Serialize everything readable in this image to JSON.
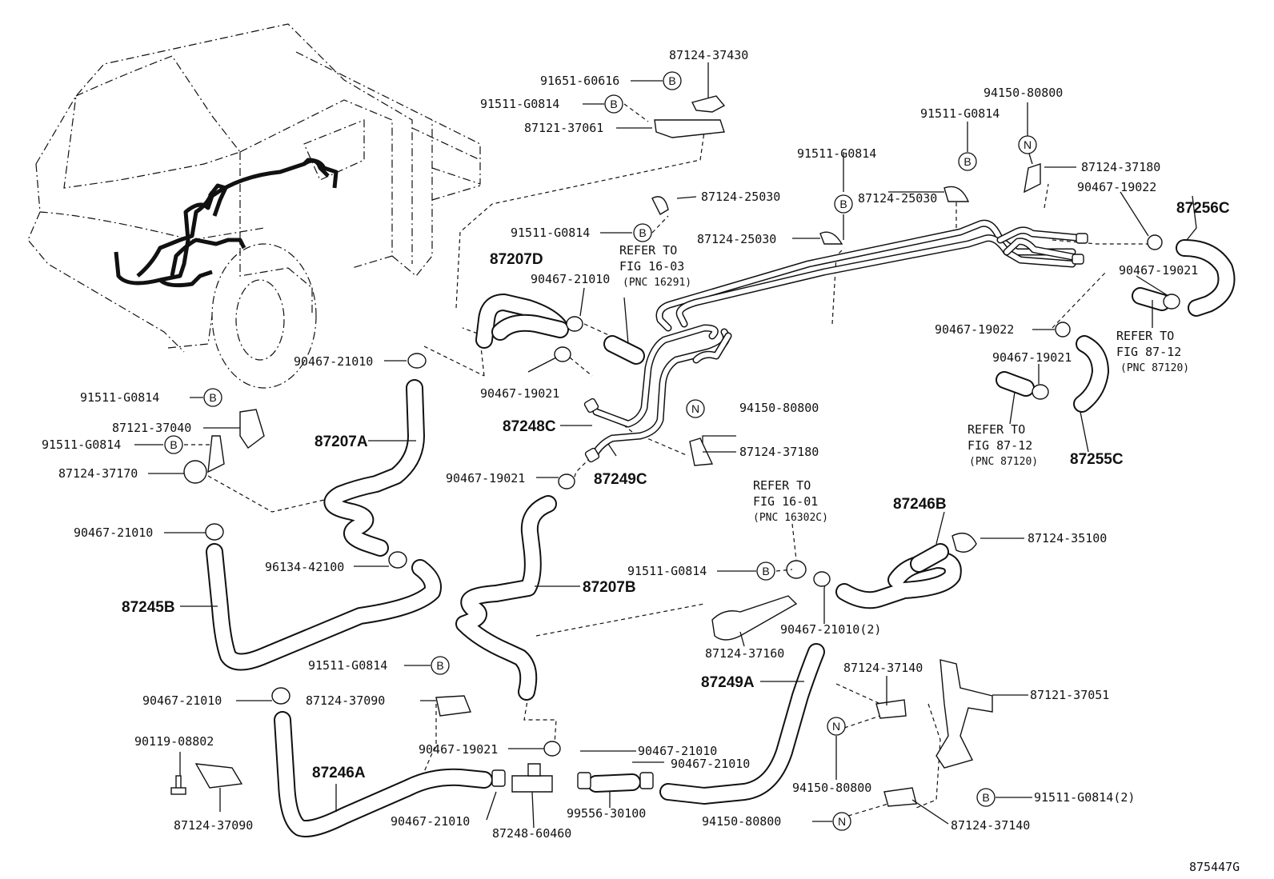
{
  "diagram_id": "875447G",
  "badges": {
    "b": "B",
    "n": "N"
  },
  "labels": {
    "p87124_37430": "87124-37430",
    "p91651_60616": "91651-60616",
    "p91511_g0814_a": "91511-G0814",
    "p87121_37061": "87121-37061",
    "p87124_25030_a": "87124-25030",
    "p91511_g0814_b": "91511-G0814",
    "p87207d": "87207D",
    "p90467_21010_a": "90467-21010",
    "p90467_21010_b": "90467-21010",
    "p90467_19021_a": "90467-19021",
    "p87248c": "87248C",
    "p87249c": "87249C",
    "p90467_19021_b": "90467-19021",
    "p91511_g0814_c": "91511-G0814",
    "p87124_25030_b": "87124-25030",
    "p87124_25030_c": "87124-25030",
    "p91511_g0814_d": "91511-G0814",
    "p94150_80800_a": "94150-80800",
    "p87124_37180_a": "87124-37180",
    "p90467_19022_a": "90467-19022",
    "p87256c": "87256C",
    "p90467_19021_c": "90467-19021",
    "p90467_19022_b": "90467-19022",
    "p90467_19021_d": "90467-19021",
    "p87255c": "87255C",
    "p94150_80800_b": "94150-80800",
    "p87124_37180_b": "87124-37180",
    "p91511_g0814_e": "91511-G0814",
    "p87121_37040": "87121-37040",
    "p91511_g0814_f": "91511-G0814",
    "p87124_37170": "87124-37170",
    "p87207a": "87207A",
    "p90467_21010_c": "90467-21010",
    "p96134_42100": "96134-42100",
    "p87245b": "87245B",
    "p87207b": "87207B",
    "p87246b": "87246B",
    "p87124_35100": "87124-35100",
    "p91511_g0814_g": "91511-G0814",
    "p90467_21010_2": "90467-21010(2)",
    "p87124_37160": "87124-37160",
    "p87249a": "87249A",
    "p87124_37140_a": "87124-37140",
    "p87121_37051": "87121-37051",
    "p91511_g0814_h": "91511-G0814",
    "p90467_21010_d": "90467-21010",
    "p87124_37090_a": "87124-37090",
    "p90119_08802": "90119-08802",
    "p87246a": "87246A",
    "p87124_37090_b": "87124-37090",
    "p90467_19021_e": "90467-19021",
    "p90467_21010_e": "90467-21010",
    "p90467_21010_f": "90467-21010",
    "p90467_21010_g": "90467-21010",
    "p87248_60460": "87248-60460",
    "p99556_30100": "99556-30100",
    "p94150_80800_c": "94150-80800",
    "p94150_80800_d": "94150-80800",
    "p91511_g0814_2": "91511-G0814(2)",
    "p87124_37140_b": "87124-37140"
  },
  "refs": {
    "fig1603": {
      "line1": "REFER TO",
      "line2": "FIG 16-03",
      "pnc": "(PNC 16291)"
    },
    "fig1601": {
      "line1": "REFER TO",
      "line2": "FIG 16-01",
      "pnc": "(PNC 16302C)"
    },
    "fig8712a": {
      "line1": "REFER TO",
      "line2": "FIG 87-12",
      "pnc": "(PNC 87120)"
    },
    "fig8712b": {
      "line1": "REFER TO",
      "line2": "FIG 87-12",
      "pnc": "(PNC 87120)"
    }
  }
}
